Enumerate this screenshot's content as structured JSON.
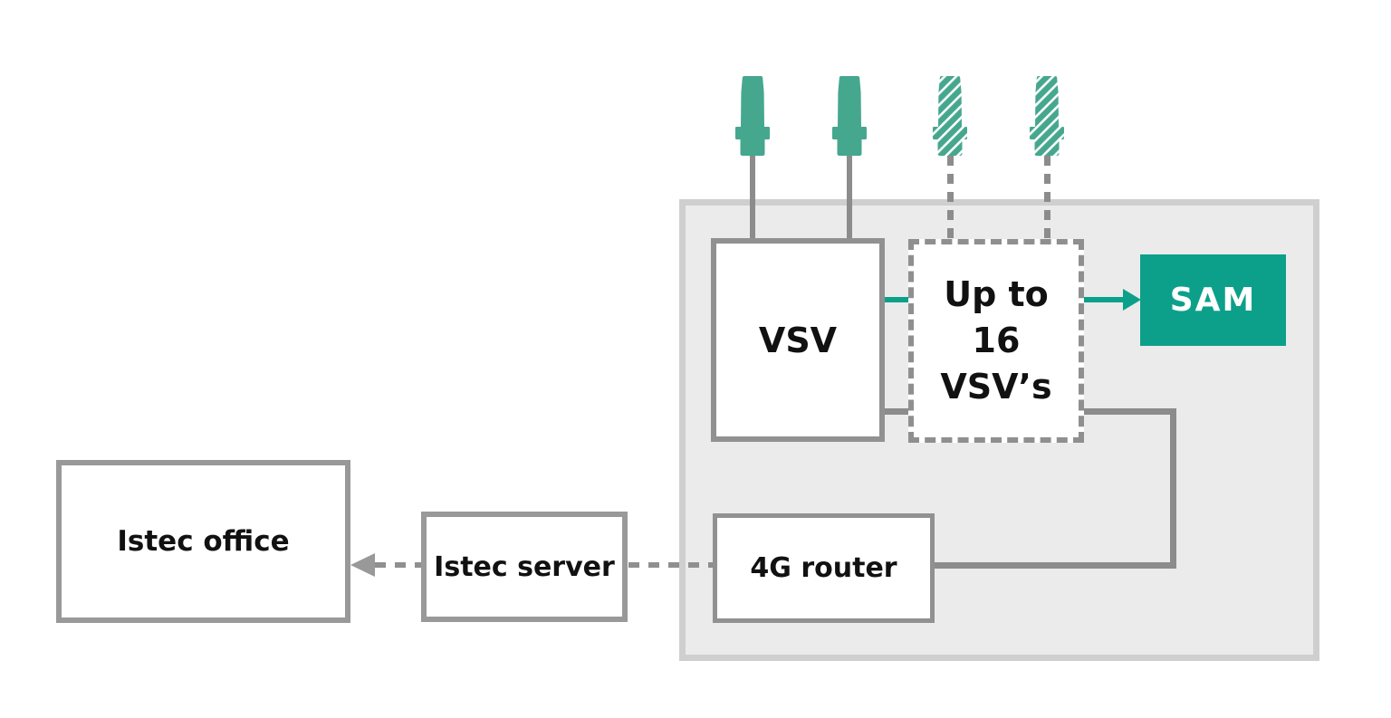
{
  "colors": {
    "accent_teal": "#0CA08A",
    "sensor_teal": "#46A78F",
    "line_gray": "#8C8C8C",
    "dash_gray": "#8F8F8F",
    "box_border_gray": "#919191",
    "container_border": "#CFCFCF",
    "container_fill": "#EBEBEB",
    "text_black": "#111111"
  },
  "nodes": {
    "vsv": {
      "label": "VSV"
    },
    "vsv_group": {
      "lines": [
        "Up to",
        "16 VSV’s"
      ]
    },
    "sam": {
      "label": "SAM"
    },
    "router": {
      "label": "4G router"
    },
    "server": {
      "label": "Istec server"
    },
    "office": {
      "label": "Istec office"
    }
  },
  "icons": {
    "sensors": [
      {
        "name": "sensor-solid-1",
        "style": "solid"
      },
      {
        "name": "sensor-solid-2",
        "style": "solid"
      },
      {
        "name": "sensor-hatched-1",
        "style": "hatched"
      },
      {
        "name": "sensor-hatched-2",
        "style": "hatched"
      }
    ]
  }
}
